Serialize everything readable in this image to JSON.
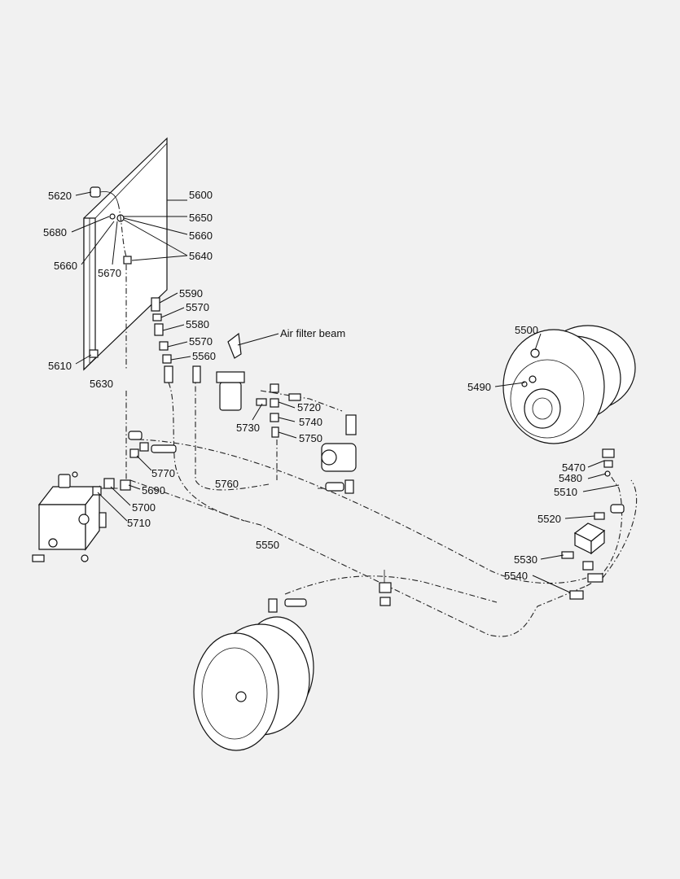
{
  "labels": {
    "c5620": "5620",
    "c5600": "5600",
    "c5650": "5650",
    "c5680": "5680",
    "c5660a": "5660",
    "c5660b": "5660",
    "c5640": "5640",
    "c5670": "5670",
    "c5590": "5590",
    "c5570a": "5570",
    "c5580": "5580",
    "c5570b": "5570",
    "c5560": "5560",
    "c5610": "5610",
    "c5630": "5630",
    "c5720": "5720",
    "c5740": "5740",
    "c5730": "5730",
    "c5750": "5750",
    "c5770": "5770",
    "c5690": "5690",
    "c5700": "5700",
    "c5710": "5710",
    "c5760": "5760",
    "c5550": "5550",
    "c5500": "5500",
    "c5490": "5490",
    "c5470": "5470",
    "c5480": "5480",
    "c5510": "5510",
    "c5520": "5520",
    "c5530": "5530",
    "c5540": "5540",
    "air_filter_beam": "Air filter beam"
  },
  "colors": {
    "background": "#f1f1f1",
    "line": "#111111",
    "part_fill": "#ffffff"
  }
}
